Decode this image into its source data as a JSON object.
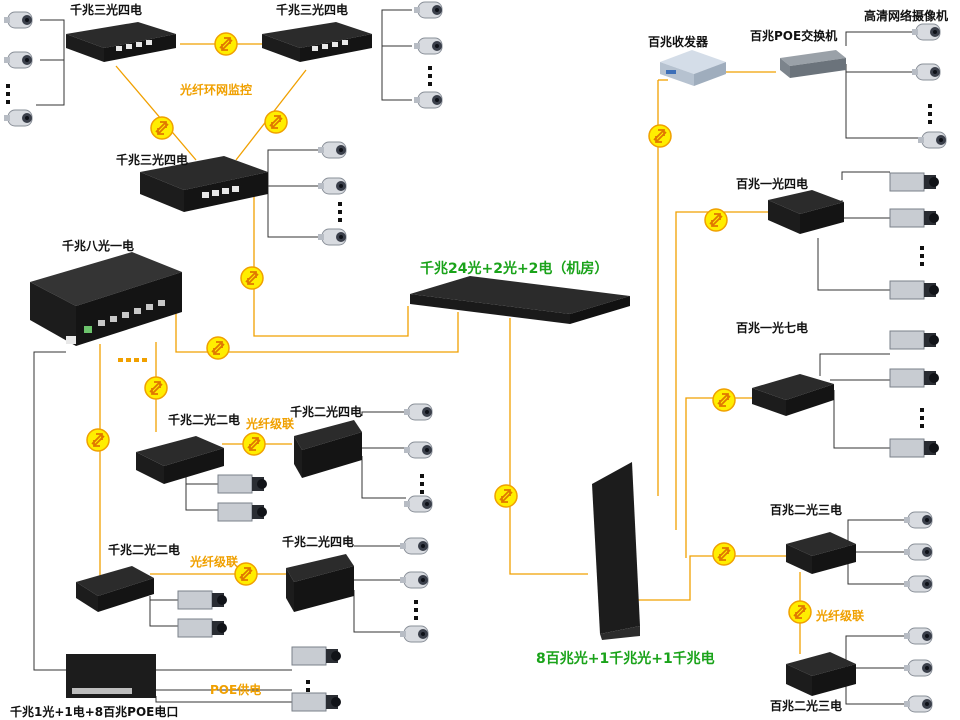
{
  "colors": {
    "fiber_link": "#f0a000",
    "copper_link": "#333333",
    "node_fill": "#ffee00",
    "core_label": "#1aa31a",
    "cascade_label": "#f0a000",
    "switch_body": "#1c1c1c"
  },
  "labels": {
    "top_left_switch": "千兆三光四电",
    "top_right_switch": "千兆三光四电",
    "ring_caption": "光纤环网监控",
    "middle_switch": "千兆三光四电",
    "eight_port_switch": "千兆八光一电",
    "core_switch": "千兆24光+2光+2电（机房）",
    "bottom_core_switch": "8百兆光+1千兆光+1千兆电",
    "cascade_1_left": "千兆二光二电",
    "cascade_1_right": "千兆二光四电",
    "cascade_1_link": "光纤级联",
    "cascade_2_left": "千兆二光二电",
    "cascade_2_right": "千兆二光四电",
    "cascade_2_link": "光纤级联",
    "poe_switch": "千兆1光+1电+8百兆POE电口",
    "poe_supply": "POE供电",
    "transceiver": "百兆收发器",
    "poe_switch_right": "百兆POE交换机",
    "hd_camera": "高清网络摄像机",
    "one_four": "百兆一光四电",
    "one_seven": "百兆一光七电",
    "two_three_top": "百兆二光三电",
    "two_three_link": "光纤级联",
    "two_three_bottom": "百兆二光三电"
  },
  "icons": [
    "fiber-node-icon",
    "dome-camera-icon",
    "box-camera-icon",
    "rack-switch-icon",
    "desktop-switch-icon",
    "media-converter-icon"
  ]
}
